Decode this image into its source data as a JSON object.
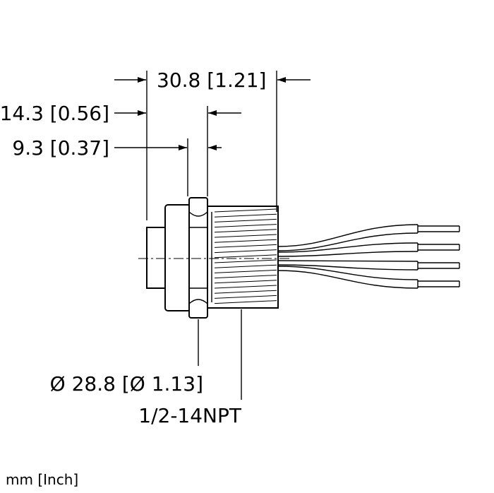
{
  "dimensions": {
    "overall_length": "30.8 [1.21]",
    "nut_to_thread": "14.3 [0.56]",
    "nut_width": "9.3 [0.37]",
    "diameter": "Ø 28.8 [Ø 1.13]",
    "thread": "1/2-14NPT"
  },
  "units_note": "mm [Inch]",
  "wire_count": 4
}
